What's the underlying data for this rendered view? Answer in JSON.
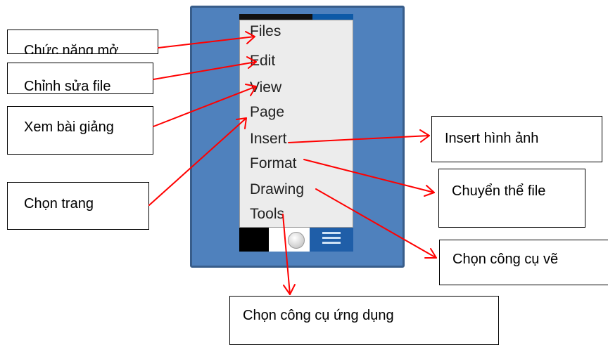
{
  "menu": {
    "items": [
      "Files",
      "Edit",
      "View",
      "Page",
      "Insert",
      "Format",
      "Drawing",
      "Tools"
    ]
  },
  "labels": {
    "files": "Chức năng mở",
    "edit": "Chỉnh sửa file",
    "view": "Xem bài giảng",
    "page": "Chọn trang",
    "insert": "Insert hình ảnh",
    "format": "Chuyển thể file",
    "drawing": "Chọn công cụ vẽ",
    "tools": "Chọn  công cụ  ứng dụng"
  },
  "colors": {
    "panel": "#4f81bd",
    "arrow": "#ff0000",
    "menu_bg": "#ececec"
  },
  "icons": [
    "ball-icon",
    "list-icon"
  ]
}
